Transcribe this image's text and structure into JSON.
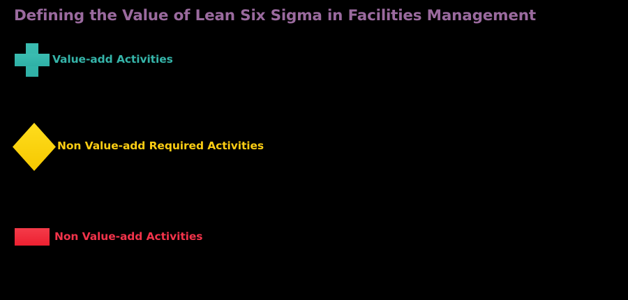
{
  "slide": {
    "background_color": "#000000",
    "title": "Defining the Value of Lean Six Sigma in Facilities Management",
    "title_color": "#9a6a9e"
  },
  "legend": {
    "items": [
      {
        "label": "Value-add Activities",
        "marker_shape": "cross-marker",
        "color": "#35b4a9",
        "marker_color_top": "#3bbdb1",
        "marker_color_bottom": "#2fb0a6"
      },
      {
        "label": "Non Value-add Required Activities",
        "marker_shape": "diamond-marker",
        "color": "#fccd13",
        "marker_color_top": "#ffdd1e",
        "marker_color_bottom": "#f5c800"
      },
      {
        "label": "Non Value-add Activities",
        "marker_shape": "rectangle-marker",
        "color": "#f2334a",
        "marker_color_top": "#f43b4a",
        "marker_color_bottom": "#ed2031"
      }
    ]
  }
}
